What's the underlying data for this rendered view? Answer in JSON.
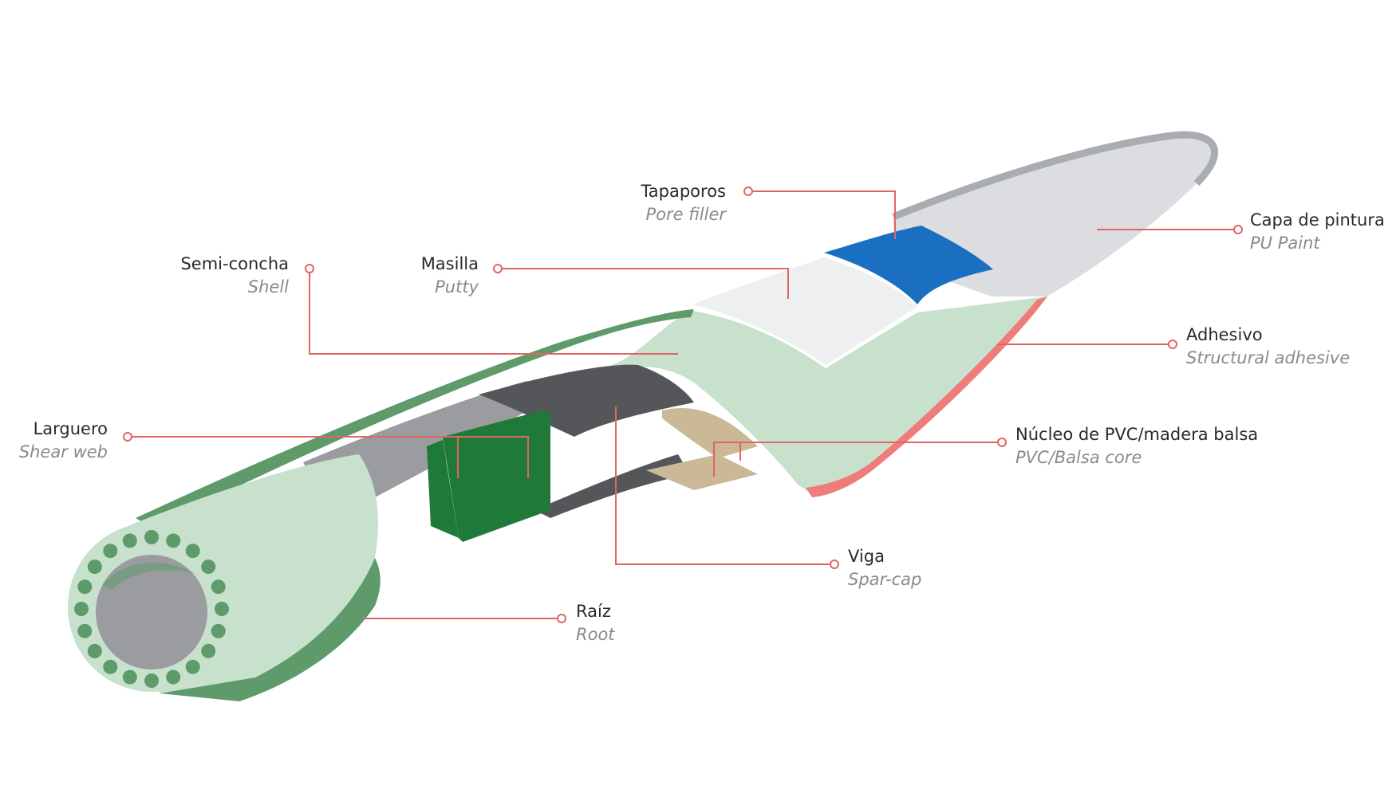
{
  "colors": {
    "leader": "#e06563",
    "paint": "#dcdde0",
    "paint_edge": "#a9acb1",
    "pore_filler": "#1a6fc0",
    "putty": "#eeeff1",
    "shell": "#c7e1cc",
    "shell_dark": "#5e9a6a",
    "adhesive": "#ef7c78",
    "shear_web": "#1f7a3a",
    "spar_cap": "#555659",
    "core": "#cbb896",
    "inner_gray": "#9a9c9f"
  },
  "labels": {
    "tapaporos": {
      "es": "Tapaporos",
      "en": "Pore filler"
    },
    "capa_pintura": {
      "es": "Capa de pintura",
      "en": "PU Paint"
    },
    "semi_concha": {
      "es": "Semi-concha",
      "en": "Shell"
    },
    "masilla": {
      "es": "Masilla",
      "en": "Putty"
    },
    "adhesivo": {
      "es": "Adhesivo",
      "en": "Structural adhesive"
    },
    "larguero": {
      "es": "Larguero",
      "en": "Shear web"
    },
    "nucleo": {
      "es": "Núcleo de PVC/madera balsa",
      "en": "PVC/Balsa core"
    },
    "viga": {
      "es": "Viga",
      "en": "Spar-cap"
    },
    "raiz": {
      "es": "Raíz",
      "en": "Root"
    }
  }
}
